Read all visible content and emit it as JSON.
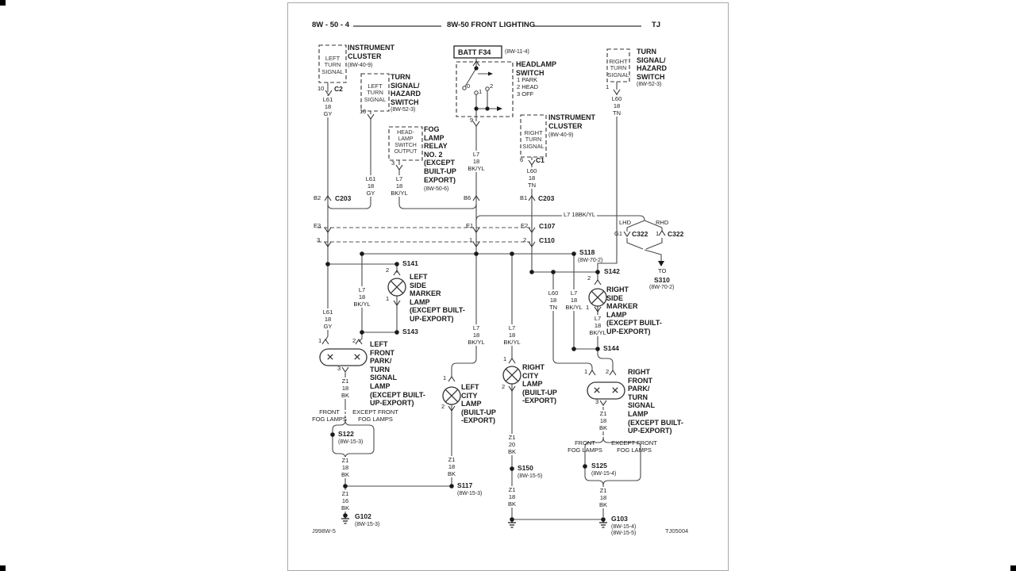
{
  "header": {
    "left": "8W - 50 - 4",
    "title": "8W-50 FRONT LIGHTING",
    "right": "TJ"
  },
  "footer": {
    "left": "J998W-5",
    "right": "TJ05004"
  },
  "components": {
    "instrument_cluster_left": {
      "name": "INSTRUMENT\nCLUSTER",
      "ref": "(8W-40-9)",
      "box": "LEFT\nTURN\nSIGNAL",
      "pin": "10",
      "connector": "C2"
    },
    "turn_signal_hazard_left": {
      "name": "TURN\nSIGNAL/\nHAZARD\nSWITCH",
      "ref": "(8W-52-3)",
      "box": "LEFT\nTURN\nSIGNAL",
      "pin": "10"
    },
    "batt_fuse": {
      "name": "BATT F34",
      "ref": "(8W-11-4)"
    },
    "headlamp_switch": {
      "name": "HEADLAMP\nSWITCH",
      "positions": "1 PARK\n2 HEAD\n3 OFF",
      "t0": "0",
      "t1": "1",
      "t2": "2",
      "pin": "9"
    },
    "fog_lamp_relay": {
      "name": "FOG\nLAMP\nRELAY\nNO. 2\n(EXCEPT\nBUILT-UP\nEXPORT)",
      "ref": "(8W-50-6)",
      "box": "HEAD-\nLAMP\nSWITCH\nOUTPUT",
      "pin": "3"
    },
    "instrument_cluster_right": {
      "name": "INSTRUMENT\nCLUSTER",
      "ref": "(8W-40-9)",
      "box": "RIGHT\nTURN\nSIGNAL",
      "pin": "6",
      "connector": "C1"
    },
    "turn_signal_hazard_right": {
      "name": "TURN\nSIGNAL/\nHAZARD\nSWITCH",
      "ref": "(8W-52-3)",
      "box": "RIGHT\nTURN\nSIGNAL",
      "pin": "1"
    }
  },
  "lamps": {
    "left_side_marker": {
      "name": "LEFT\nSIDE\nMARKER\nLAMP\n(EXCEPT BUILT-\nUP-EXPORT)",
      "pin_top": "2",
      "pin_bottom": "1"
    },
    "left_front_park_turn": {
      "name": "LEFT\nFRONT\nPARK/\nTURN\nSIGNAL\nLAMP\n(EXCEPT BUILT-\nUP-EXPORT)",
      "pin1": "1",
      "pin2": "2",
      "pin3": "3"
    },
    "left_city": {
      "name": "LEFT\nCITY\nLAMP\n(BUILT-UP\n-EXPORT)",
      "pin1": "1",
      "pin2": "2"
    },
    "right_city": {
      "name": "RIGHT\nCITY\nLAMP\n(BUILT-UP\n-EXPORT)",
      "pin1": "1",
      "pin2": "2"
    },
    "right_side_marker": {
      "name": "RIGHT\nSIDE\nMARKER\nLAMP\n(EXCEPT BUILT-\nUP-EXPORT)",
      "pin_top": "2",
      "pin_bottom": "1"
    },
    "right_front_park_turn": {
      "name": "RIGHT\nFRONT\nPARK/\nTURN\nSIGNAL\nLAMP\n(EXCEPT BUILT-\nUP-EXPORT)",
      "pin1": "1",
      "pin2": "2",
      "pin3": "3"
    }
  },
  "connectors": {
    "c203_b2": {
      "pin": "B2",
      "name": "C203"
    },
    "c203_b6": {
      "pin": "B6"
    },
    "c203_b1": {
      "pin": "B1",
      "name": "C203"
    },
    "c107": {
      "name": "C107",
      "pin_a": "E3",
      "pin_b": "E1",
      "pin_c": "E2"
    },
    "c110": {
      "name": "C110",
      "pin_a": "3",
      "pin_b": "1",
      "pin_c": "2"
    },
    "c322_lhd": {
      "variant": "LHD",
      "pin": "G1",
      "name": "C322"
    },
    "c322_rhd": {
      "variant": "RHD",
      "pin": "1",
      "name": "C322"
    },
    "to_s310": {
      "to": "TO",
      "name": "S310",
      "ref": "(8W-70-2)"
    }
  },
  "splices": {
    "s141": {
      "name": "S141"
    },
    "s143": {
      "name": "S143"
    },
    "s118": {
      "name": "S118",
      "ref": "(8W-70-2)"
    },
    "s142": {
      "name": "S142"
    },
    "s144": {
      "name": "S144"
    },
    "s122": {
      "name": "S122",
      "ref": "(8W-15-3)"
    },
    "s117": {
      "name": "S117",
      "ref": "(8W-15-3)"
    },
    "s150": {
      "name": "S150",
      "ref": "(8W-15-5)"
    },
    "s125": {
      "name": "S125",
      "ref": "(8W-15-4)"
    },
    "g102": {
      "name": "G102",
      "ref": "(8W-15-3)"
    },
    "g103": {
      "name": "G103",
      "ref": "(8W-15-4)\n(8W-15-5)"
    }
  },
  "wires": {
    "l61_c2": "L61\n18\nGY",
    "l61_ts": "L61\n18\nGY",
    "l7_relay": "L7\n18\nBK/YL",
    "l7_switch": "L7\n18\nBK/YL",
    "l60_c1": "L60\n18\nTN",
    "l60_ts": "L60\n18\nTN",
    "l7_branch": "L7 18BK/YL",
    "l7_left_marker": "L7\n18\nBK/YL",
    "l61_left_park": "L61\n18\nGY",
    "l7_left_city": "L7\n18\nBK/YL",
    "l7_right_city": "L7\n18\nBK/YL",
    "l60_right": "L60\n18\nTN",
    "l7_right": "L7\n18\nBK/YL",
    "l7_right_marker": "L7\n18\nBK/YL",
    "z1_left_park": "Z1\n18\nBK",
    "z1_left_mid": "Z1\n18\nBK",
    "z1_g102": "Z1\n16\nBK",
    "z1_left_city": "Z1\n18\nBK",
    "z1_right_city": "Z1\n20\nBK",
    "z1_s150": "Z1\n18\nBK",
    "z1_right_park": "Z1\n18\nBK",
    "z1_s125": "Z1\n18\nBK"
  },
  "options": {
    "front_fog_left": "FRONT\nFOG LAMPS",
    "except_front_fog_left": "EXCEPT FRONT\nFOG LAMPS",
    "front_fog_right": "FRONT\nFOG LAMPS",
    "except_front_fog_right": "EXCEPT FRONT\nFOG LAMPS"
  }
}
